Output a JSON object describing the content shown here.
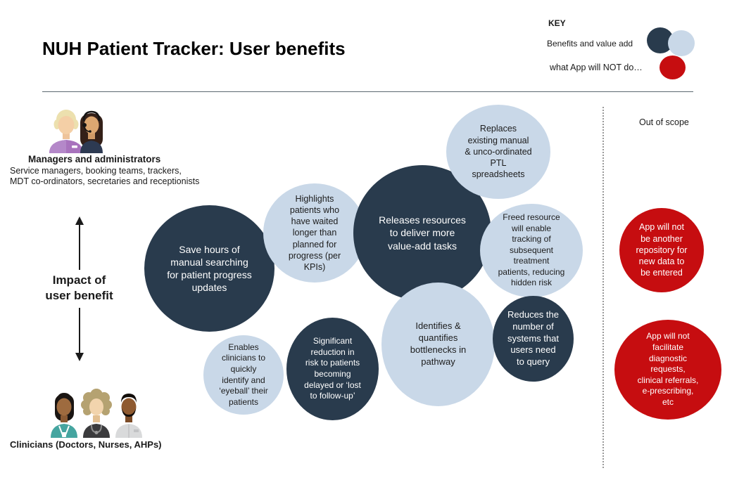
{
  "header": {
    "title": "NUH Patient Tracker: User benefits"
  },
  "key": {
    "title": "KEY",
    "benefits_label": "Benefits and value add",
    "not_do_label": "what App will NOT do…"
  },
  "groups": {
    "managers": {
      "title": "Managers and administrators",
      "line1": "Service managers, booking teams, trackers,",
      "line2": "MDT co-ordinators, secretaries and receptionists"
    },
    "clinicians": {
      "title": "Clinicians (Doctors, Nurses, AHPs)"
    }
  },
  "axis": {
    "label": "Impact of\nuser benefit"
  },
  "out_of_scope": {
    "label": "Out of scope"
  },
  "bubbles": {
    "save_hours": "Save hours of\nmanual searching\nfor patient progress\nupdates",
    "highlights": "Highlights\npatients who\nhave waited\nlonger than\nplanned for\nprogress (per\nKPIs)",
    "releases": "Releases resources\nto deliver more\nvalue-add tasks",
    "replaces": "Replaces\nexisting manual\n& unco-ordinated\nPTL\nspreadsheets",
    "freed": "Freed resource\nwill enable\ntracking of\nsubsequent\ntreatment\npatients, reducing\nhidden risk",
    "identifies": "Identifies &\nquantifies\nbottlenecks in\npathway",
    "enables": "Enables\nclinicians to\nquickly\nidentify and\n‘eyeball’ their\npatients",
    "significant": "Significant\nreduction in\nrisk to patients\nbecoming\ndelayed or ‘lost\nto follow-up’",
    "reduces": "Reduces the\nnumber of\nsystems that\nusers need\nto query",
    "not_repository": "App will not\nbe another\nrepository for\nnew data to\nbe entered",
    "not_facilitate": "App will not\nfacilitate\ndiagnostic\nrequests,\nclinical referrals,\ne-prescribing,\netc"
  },
  "colors": {
    "dark": "#293b4d",
    "light": "#c9d8e8",
    "red": "#c60d10"
  }
}
